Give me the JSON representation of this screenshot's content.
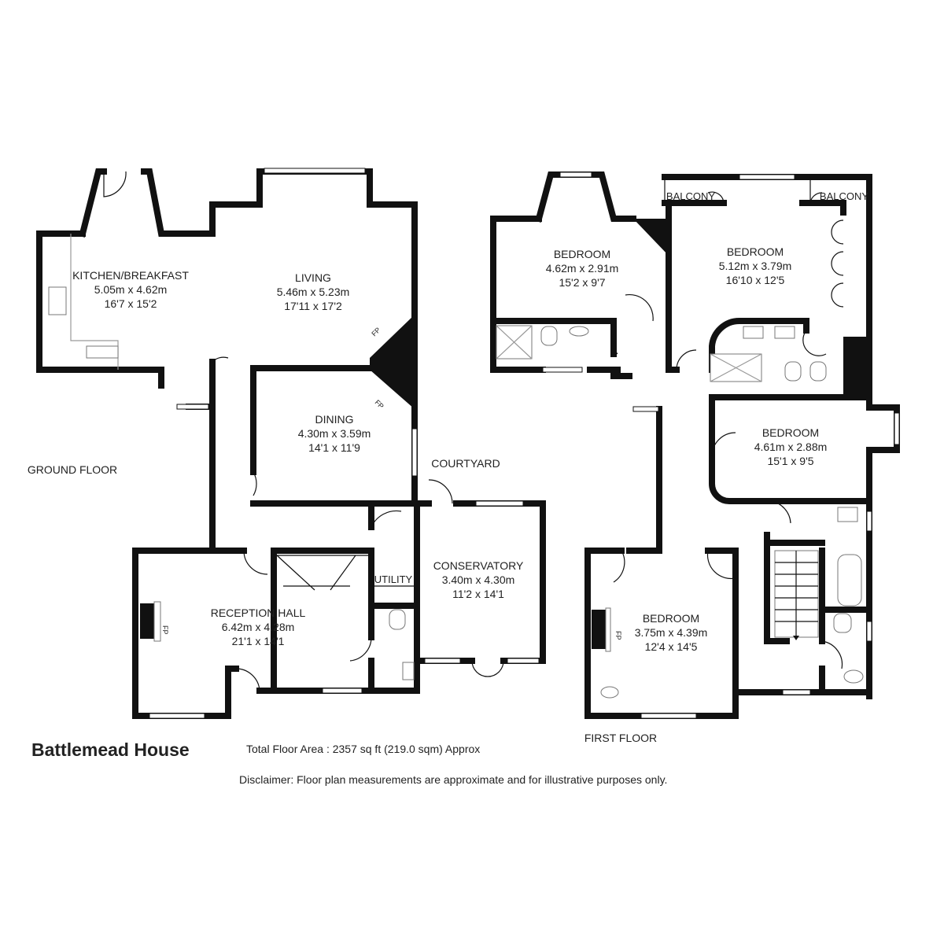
{
  "property_name": "Battlemead House",
  "total_area": "Total Floor Area : 2357 sq ft (219.0 sqm) Approx",
  "disclaimer": "Disclaimer: Floor plan measurements are approximate and for illustrative purposes only.",
  "ground_floor": {
    "label": "GROUND FLOOR",
    "courtyard": "COURTYARD",
    "fp": "FP",
    "rooms": [
      {
        "name": "KITCHEN/BREAKFAST",
        "metric": "5.05m x 4.62m",
        "imperial": "16'7 x 15'2"
      },
      {
        "name": "LIVING",
        "metric": "5.46m x 5.23m",
        "imperial": "17'11 x 17'2"
      },
      {
        "name": "DINING",
        "metric": "4.30m x 3.59m",
        "imperial": "14'1 x 11'9"
      },
      {
        "name": "CONSERVATORY",
        "metric": "3.40m x 4.30m",
        "imperial": "11'2 x 14'1"
      },
      {
        "name": "RECEPTION HALL",
        "metric": "6.42m x 4.28m",
        "imperial": "21'1 x 14'1"
      },
      {
        "name": "UTILITY"
      }
    ]
  },
  "first_floor": {
    "label": "FIRST FLOOR",
    "balcony": "BALCONY",
    "fp": "FP",
    "rooms": [
      {
        "name": "BEDROOM",
        "metric": "4.62m x 2.91m",
        "imperial": "15'2 x 9'7"
      },
      {
        "name": "BEDROOM",
        "metric": "5.12m x 3.79m",
        "imperial": "16'10 x 12'5"
      },
      {
        "name": "BEDROOM",
        "metric": "4.61m x 2.88m",
        "imperial": "15'1 x 9'5"
      },
      {
        "name": "BEDROOM",
        "metric": "3.75m x 4.39m",
        "imperial": "12'4 x 14'5"
      }
    ]
  }
}
